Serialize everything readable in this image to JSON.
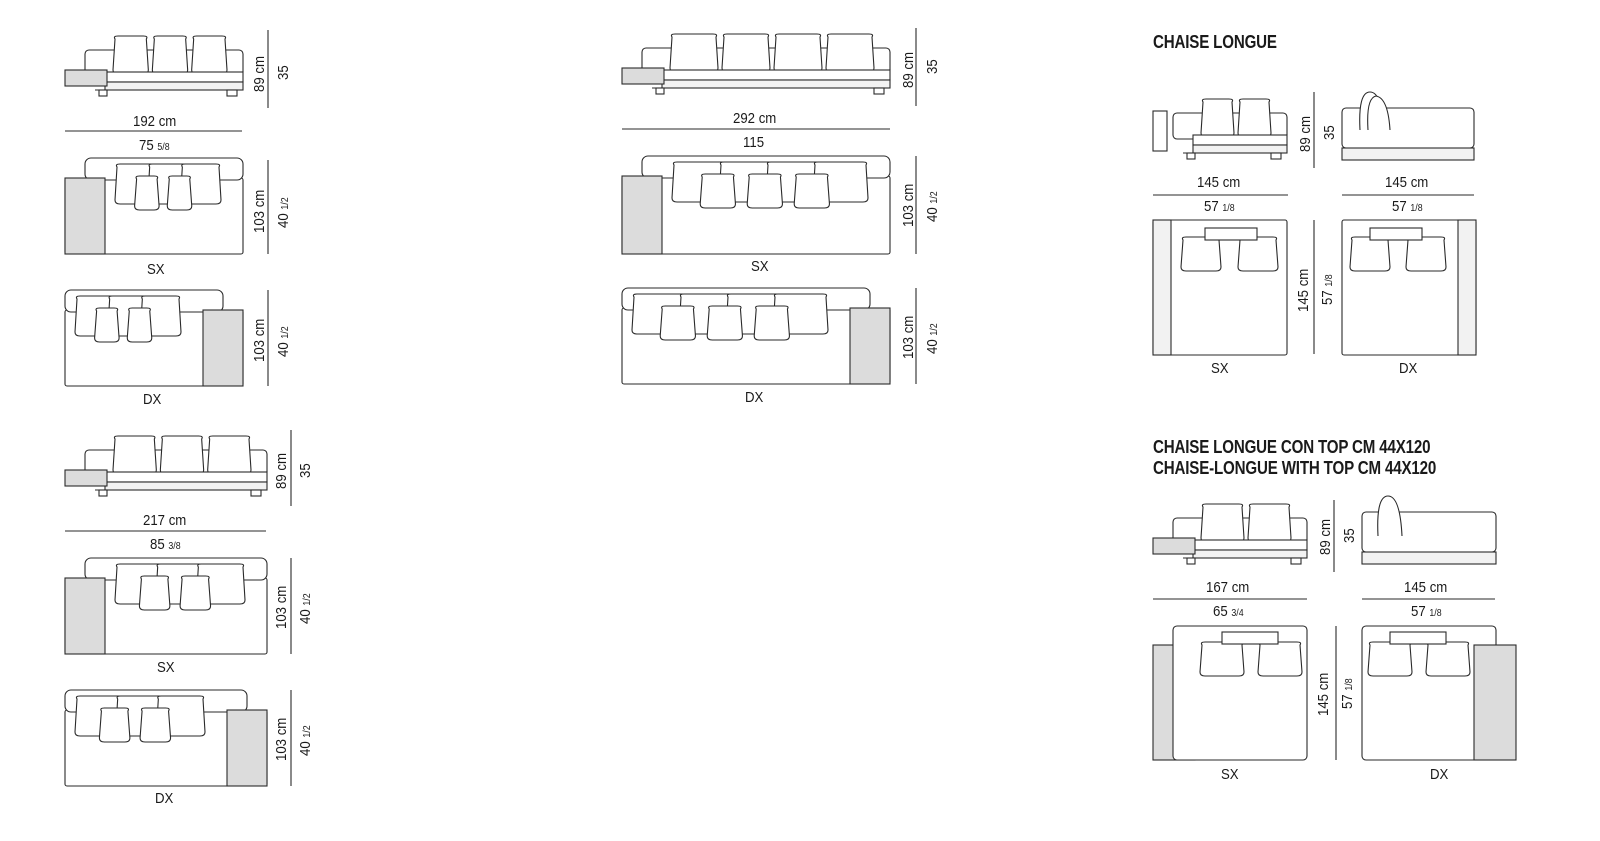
{
  "sections": {
    "chaise": {
      "title": "CHAISE LONGUE"
    },
    "chaise_top": {
      "title_it": "CHAISE LONGUE CON TOP CM 44X120",
      "title_en": "CHAISE-LONGUE WITH TOP CM 44X120"
    }
  },
  "modules": {
    "sofa192": {
      "width_cm": "192 cm",
      "width_in": "75",
      "width_in_frac": "5/8",
      "height_cm": "89 cm",
      "height_in": "35",
      "depth_cm": "103 cm",
      "depth_in": "40",
      "depth_in_frac": "1/2",
      "sx": "SX",
      "dx": "DX"
    },
    "sofa217": {
      "width_cm": "217 cm",
      "width_in": "85",
      "width_in_frac": "3/8",
      "height_cm": "89 cm",
      "height_in": "35",
      "depth_cm": "103 cm",
      "depth_in": "40",
      "depth_in_frac": "1/2",
      "sx": "SX",
      "dx": "DX"
    },
    "sofa292": {
      "width_cm": "292 cm",
      "width_in": "115",
      "height_cm": "89 cm",
      "height_in": "35",
      "depth_cm": "103 cm",
      "depth_in": "40",
      "depth_in_frac": "1/2",
      "sx": "SX",
      "dx": "DX"
    },
    "chaise": {
      "height_cm": "89 cm",
      "height_in": "35",
      "width_cm": "145 cm",
      "width_in": "57",
      "width_in_frac": "1/8",
      "width_cm_2": "145 cm",
      "width_in_2": "57",
      "width_in_frac_2": "1/8",
      "depth_cm": "145 cm",
      "depth_in": "57",
      "depth_in_frac": "1/8",
      "sx": "SX",
      "dx": "DX"
    },
    "chaise_top": {
      "height_cm": "89 cm",
      "height_in": "35",
      "width_cm": "167 cm",
      "width_in": "65",
      "width_in_frac": "3/4",
      "width_cm_2": "145 cm",
      "width_in_2": "57",
      "width_in_frac_2": "1/8",
      "depth_cm": "145 cm",
      "depth_in": "57",
      "depth_in_frac": "1/8",
      "sx": "SX",
      "dx": "DX"
    }
  },
  "colors": {
    "line": "#2a2a2a",
    "fill_grey": "#dcdcdc",
    "fill_light": "#f2f2f2"
  }
}
